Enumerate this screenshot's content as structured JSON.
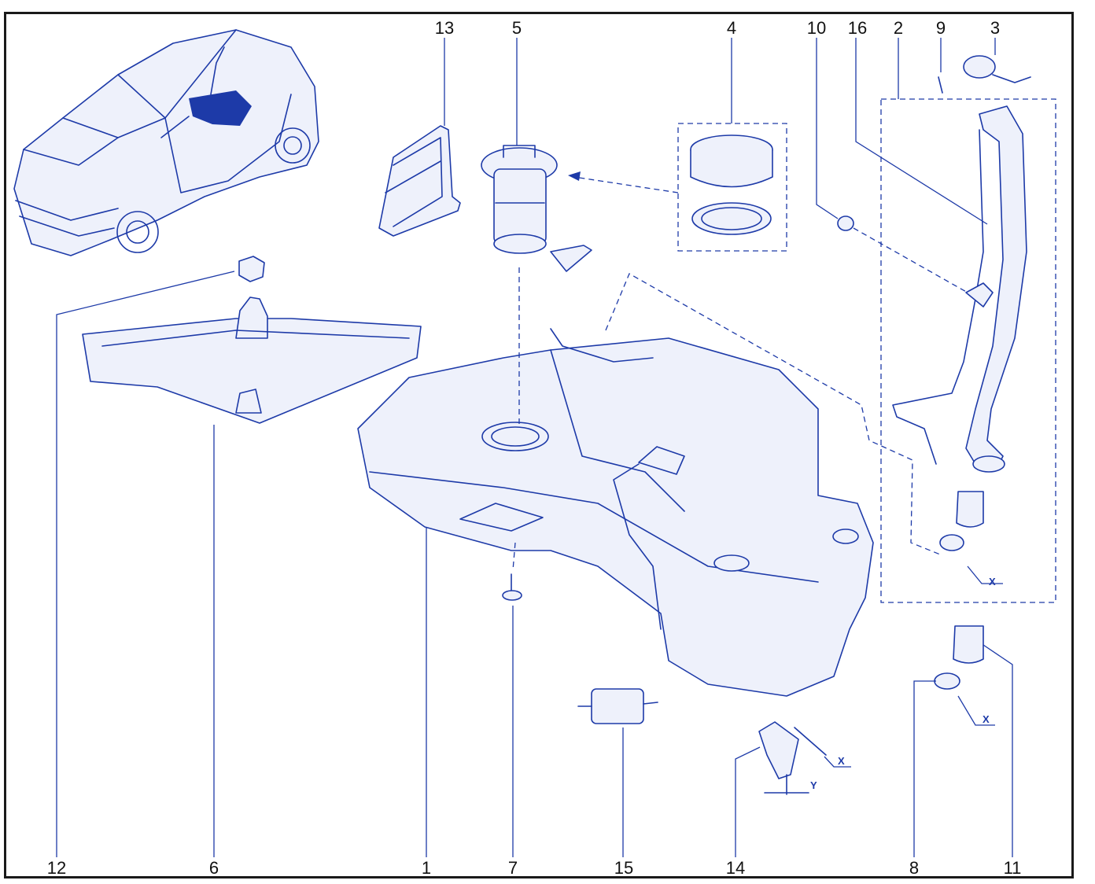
{
  "callouts": {
    "c1": "1",
    "c2": "2",
    "c3": "3",
    "c4": "4",
    "c5": "5",
    "c6": "6",
    "c7": "7",
    "c8": "8",
    "c9": "9",
    "c10": "10",
    "c11": "11",
    "c12": "12",
    "c13": "13",
    "c14": "14",
    "c15": "15",
    "c16": "16"
  },
  "dimensions": {
    "x_a": "X",
    "x_b": "X",
    "x_c": "X",
    "y": "Y"
  },
  "colors": {
    "line": "#1d3aa8",
    "fill": "#eef1fb",
    "text": "#111111"
  }
}
